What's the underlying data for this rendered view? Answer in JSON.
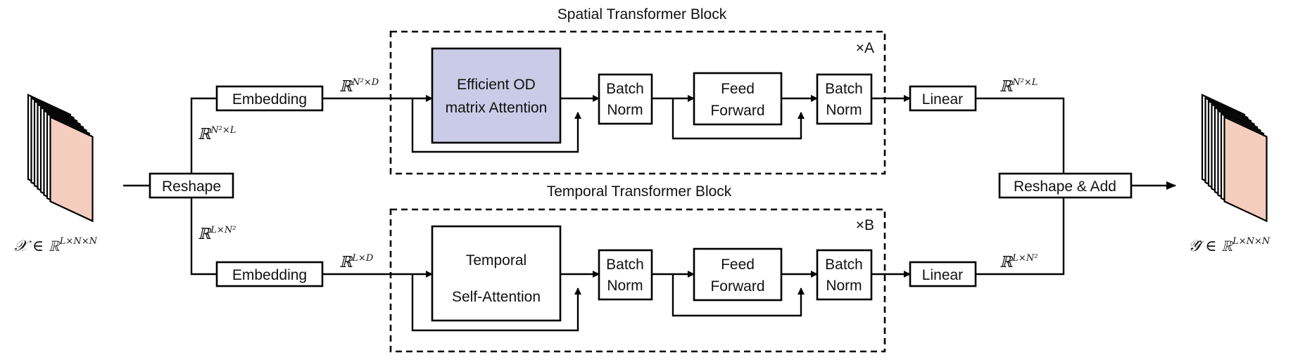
{
  "blocks": {
    "spatial_title": "Spatial Transformer Block",
    "spatial_repeat": "×A",
    "temporal_title": "Temporal Transformer Block",
    "temporal_repeat": "×B"
  },
  "modules": {
    "reshape": "Reshape",
    "embedding": "Embedding",
    "efficient_attention": [
      "Efficient OD",
      "matrix Attention"
    ],
    "temporal_attention": [
      "Temporal",
      "Self-Attention"
    ],
    "batch_norm": [
      "Batch",
      "Norm"
    ],
    "feed_forward": [
      "Feed",
      "Forward"
    ],
    "linear": "Linear",
    "reshape_add": "Reshape & Add"
  },
  "shapes": {
    "input_set": "𝒳 ∈ ℝ",
    "input_sup": "L×N×N",
    "output_set": "𝒴̂ ∈ ℝ",
    "output_sup": "L×N×N",
    "spatial_in": "ℝ",
    "spatial_in_sup": "N²×L",
    "temporal_in": "ℝ",
    "temporal_in_sup": "L×N²",
    "spatial_emb": "ℝ",
    "spatial_emb_sup": "N²×D",
    "temporal_emb": "ℝ",
    "temporal_emb_sup": "L×D",
    "spatial_out": "ℝ",
    "spatial_out_sup": "N²×L",
    "temporal_out": "ℝ",
    "temporal_out_sup": "L×N²"
  },
  "colors": {
    "attention_fill": "#cacbe6",
    "tensor_fill": "#f5cdbf"
  }
}
